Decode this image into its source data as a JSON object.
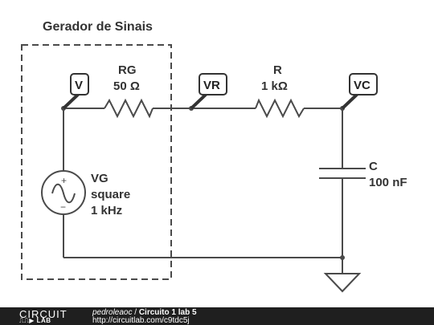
{
  "generator_box": {
    "label": "Gerador de Sinais"
  },
  "components": {
    "rg": {
      "name": "RG",
      "value": "50 Ω"
    },
    "r": {
      "name": "R",
      "value": "1 kΩ"
    },
    "c": {
      "name": "C",
      "value": "100 nF"
    },
    "vg": {
      "name": "VG",
      "waveform": "square",
      "frequency": "1 kHz",
      "plus": "+",
      "minus": "−"
    }
  },
  "probes": {
    "v": "V",
    "vr": "VR",
    "vc": "VC"
  },
  "footer": {
    "logo_top": "CIRCUIT",
    "logo_bottom": "LAB",
    "author": "pedroleaoc",
    "separator": " / ",
    "title": "Circuito 1 lab 5",
    "url": "http://circuitlab.com/c9tdc5j"
  },
  "colors": {
    "wire": "#4a4a4a",
    "text": "#333333",
    "footer_bg": "#1f1f1f"
  }
}
